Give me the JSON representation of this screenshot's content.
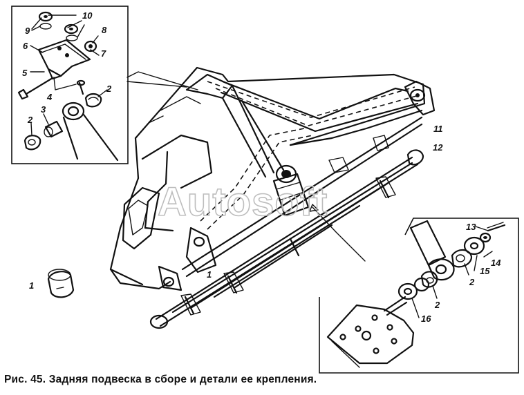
{
  "caption": "Рис. 45. Задняя подвеска в сборе и детали ее крепления.",
  "watermark": "Autosoft",
  "callouts": [
    "10",
    "9",
    "8",
    "6",
    "7",
    "5",
    "4",
    "2",
    "3",
    "2",
    "11",
    "12",
    "1",
    "1",
    "13",
    "14",
    "15",
    "2",
    "2",
    "16"
  ]
}
